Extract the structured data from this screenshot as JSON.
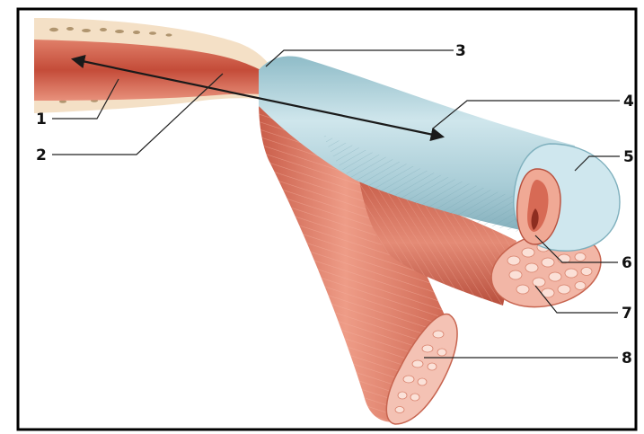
{
  "diagram": {
    "callouts": [
      {
        "id": 1,
        "label": "1"
      },
      {
        "id": 2,
        "label": "2"
      },
      {
        "id": 3,
        "label": "3"
      },
      {
        "id": 4,
        "label": "4"
      },
      {
        "id": 5,
        "label": "5"
      },
      {
        "id": 6,
        "label": "6"
      },
      {
        "id": 7,
        "label": "7"
      },
      {
        "id": 8,
        "label": "8"
      }
    ]
  },
  "colors": {
    "frame": "#000000",
    "muscle": "#d9735f",
    "muscle_dark": "#b8513f",
    "muscle_light": "#eea391",
    "tendon": "#c84f3c",
    "sheath_blue": "#a9cdd6",
    "sheath_blue_light": "#d3e9ee",
    "sheath_blue_dark": "#7fb0bd",
    "bone_tan": "#f3dfc3",
    "bone_dot": "#9a7c52",
    "arrow": "#1a1a1a"
  }
}
